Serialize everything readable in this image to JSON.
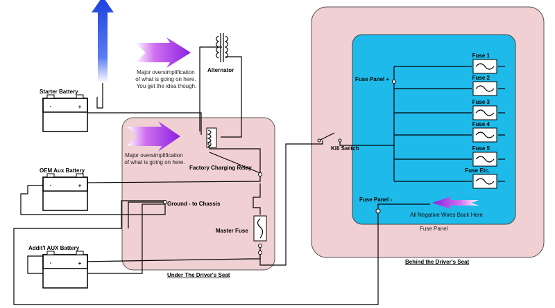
{
  "labels": {
    "starter_battery": "Starter Battery",
    "oem_aux_battery": "OEM Aux Battery",
    "addtl_aux_battery": "Addit'l AUX Battery",
    "alternator": "Alternator",
    "factory_relay": "Factory Charging Relay",
    "ground": "Ground - to Chassis",
    "master_fuse": "Master Fuse",
    "kill_switch": "Kill Switch",
    "fuse_panel_pos": "Fuse Panel +",
    "fuse_panel_neg": "Fuse Panel -",
    "negative_wires": "All Negative Wires Back Here",
    "fuse_panel": "Fuse Panel",
    "under_seat": "Under The Driver's Seat",
    "behind_seat": "Behind the Driver's Seat",
    "plus": "+",
    "minus": "-"
  },
  "notes": {
    "top": [
      "Major oversimplification",
      "of what is going on here.",
      "You get the idea though."
    ],
    "middle": [
      "Major oversimplification",
      "of what is going on here."
    ]
  },
  "fuses": [
    "Fuse 1",
    "Fuse 2",
    "Fuse 3",
    "Fuse 4",
    "Fuse 5",
    "Fuse Etc."
  ],
  "colors": {
    "region_fill": "#f0d0d2",
    "fuse_panel_fill": "#1ebaea",
    "arrow_purple": "#a030e0",
    "arrow_blue": "#1a3fe0"
  }
}
